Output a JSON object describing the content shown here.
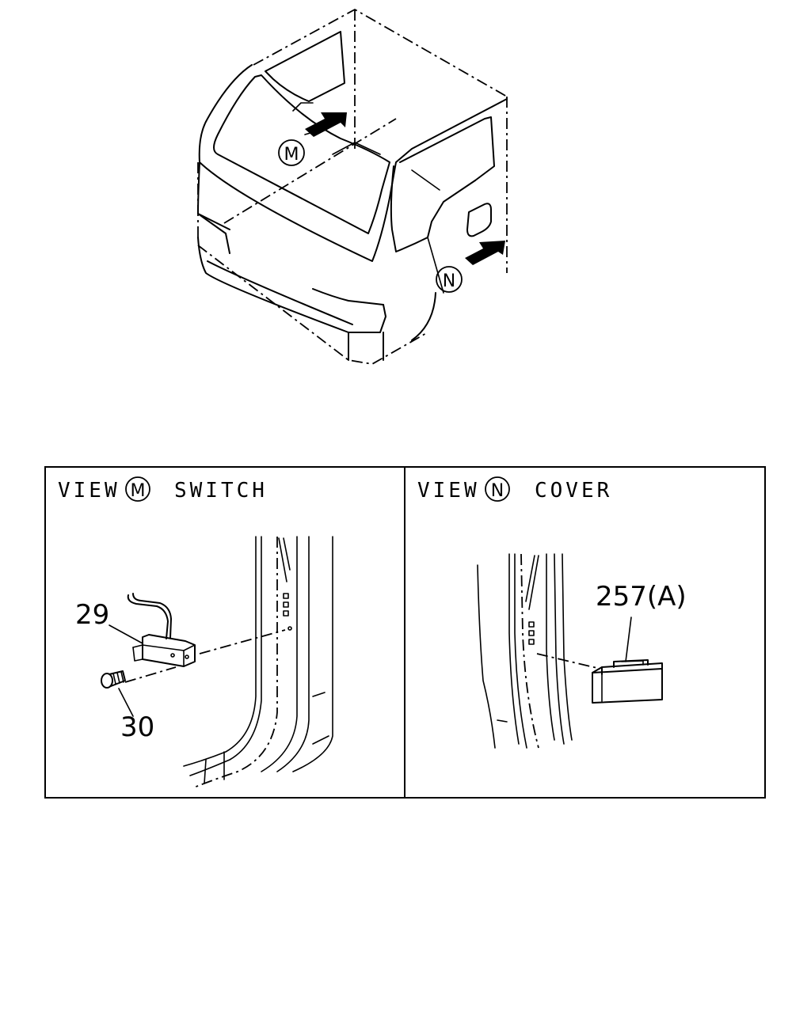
{
  "cab_callouts": {
    "m": "M",
    "n": "N"
  },
  "panel_m": {
    "view_word": "VIEW",
    "view_letter": "M",
    "title": "SWITCH",
    "parts": {
      "switch_no": "29",
      "screw_no": "30"
    }
  },
  "panel_n": {
    "view_word": "VIEW",
    "view_letter": "N",
    "title": "COVER",
    "parts": {
      "cover_no": "257(A)"
    }
  },
  "icons": [
    "arrow-icon",
    "circle-letter-icon"
  ],
  "colors": {
    "line": "#000000",
    "background": "#ffffff"
  }
}
